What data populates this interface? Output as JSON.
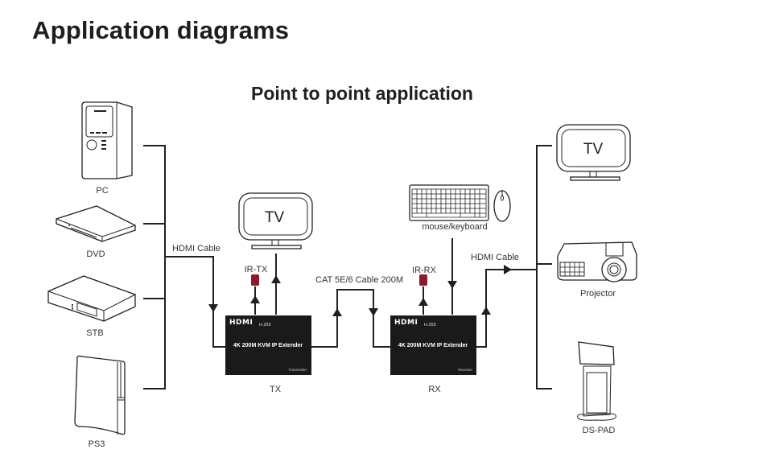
{
  "page": {
    "title": "Application diagrams",
    "subtitle": "Point to point application"
  },
  "sources": [
    {
      "label": "PC",
      "icon": "pc-tower-icon"
    },
    {
      "label": "DVD",
      "icon": "dvd-player-icon"
    },
    {
      "label": "STB",
      "icon": "set-top-box-icon"
    },
    {
      "label": "PS3",
      "icon": "ps3-console-icon"
    }
  ],
  "cables": {
    "input_hdmi": "HDMI Cable",
    "network": "CAT 5E/6 Cable 200M",
    "output_hdmi": "HDMI Cable"
  },
  "transmitter": {
    "label": "TX",
    "logo": "HDMI",
    "codec": "H.265",
    "product": "4K 200M KVM IP Extender",
    "role": "Transmitter",
    "ir_label": "IR-TX",
    "local_display": "TV"
  },
  "receiver": {
    "label": "RX",
    "logo": "HDMI",
    "codec": "H.265",
    "product": "4K 200M KVM IP Extender",
    "role": "Receiver",
    "ir_label": "IR-RX",
    "peripherals_label": "mouse/keyboard"
  },
  "outputs": [
    {
      "label": "TV",
      "icon": "tv-icon"
    },
    {
      "label": "Projector",
      "icon": "projector-icon"
    },
    {
      "label": "DS-PAD",
      "icon": "digital-signage-kiosk-icon"
    }
  ],
  "colors": {
    "ir_sensor": "#8b1a2b",
    "device_box": "#1a1a1a",
    "line": "#231f20"
  }
}
